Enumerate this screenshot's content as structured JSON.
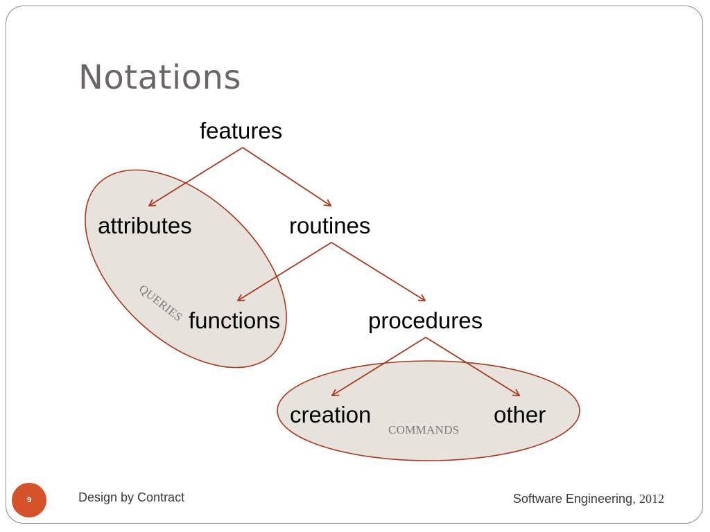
{
  "slide": {
    "title": "Notations",
    "footer_left": "Design by Contract",
    "footer_right_text": "Software Engineering,",
    "footer_right_year": "2012",
    "page_number": "9"
  },
  "diagram": {
    "nodes": {
      "features": "features",
      "attributes": "attributes",
      "routines": "routines",
      "functions": "functions",
      "procedures": "procedures",
      "creation": "creation",
      "other": "other"
    },
    "groups": {
      "queries": "QUERIES",
      "commands": "COMMANDS"
    },
    "colors": {
      "arrow": "#a8381c",
      "group_fill": "#e7e3dc",
      "group_stroke": "#a8381c",
      "badge": "#d5522a"
    }
  }
}
